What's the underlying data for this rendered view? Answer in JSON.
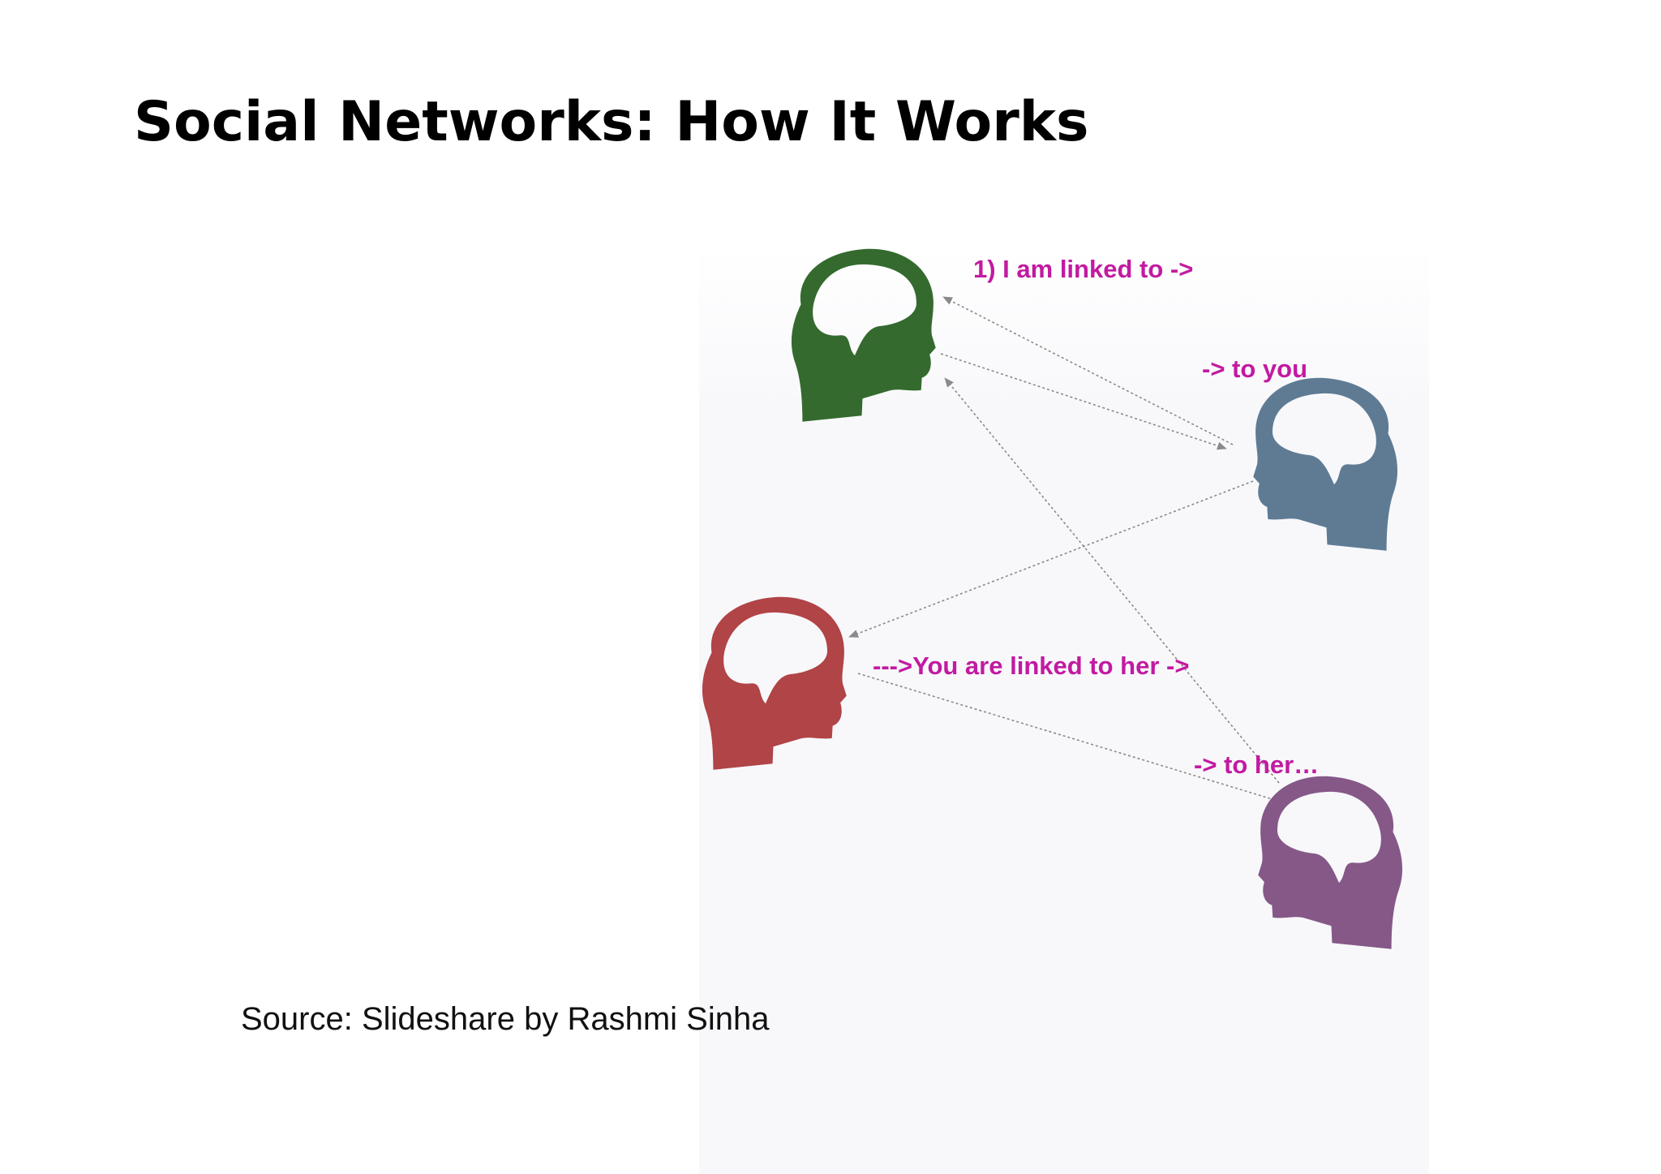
{
  "slide": {
    "title": "Social Networks: How It Works",
    "source": "Source: Slideshare by Rashmi Sinha"
  },
  "diagram": {
    "label_color": "#c21aa1",
    "arrow_color": "#8a8a8a",
    "nodes": [
      {
        "id": "green",
        "color": "#346a2e"
      },
      {
        "id": "blue",
        "color": "#5f7b94"
      },
      {
        "id": "red",
        "color": "#b04446"
      },
      {
        "id": "purple",
        "color": "#855888"
      }
    ],
    "labels": [
      "1) I am linked to ->",
      "-> to you",
      "--->You are linked to her ->",
      "-> to her…"
    ],
    "links": [
      {
        "from": "green",
        "to": "blue"
      },
      {
        "from": "blue",
        "to": "green"
      },
      {
        "from": "blue",
        "to": "red"
      },
      {
        "from": "red",
        "to": "purple"
      },
      {
        "from": "purple",
        "to": "green"
      }
    ]
  }
}
